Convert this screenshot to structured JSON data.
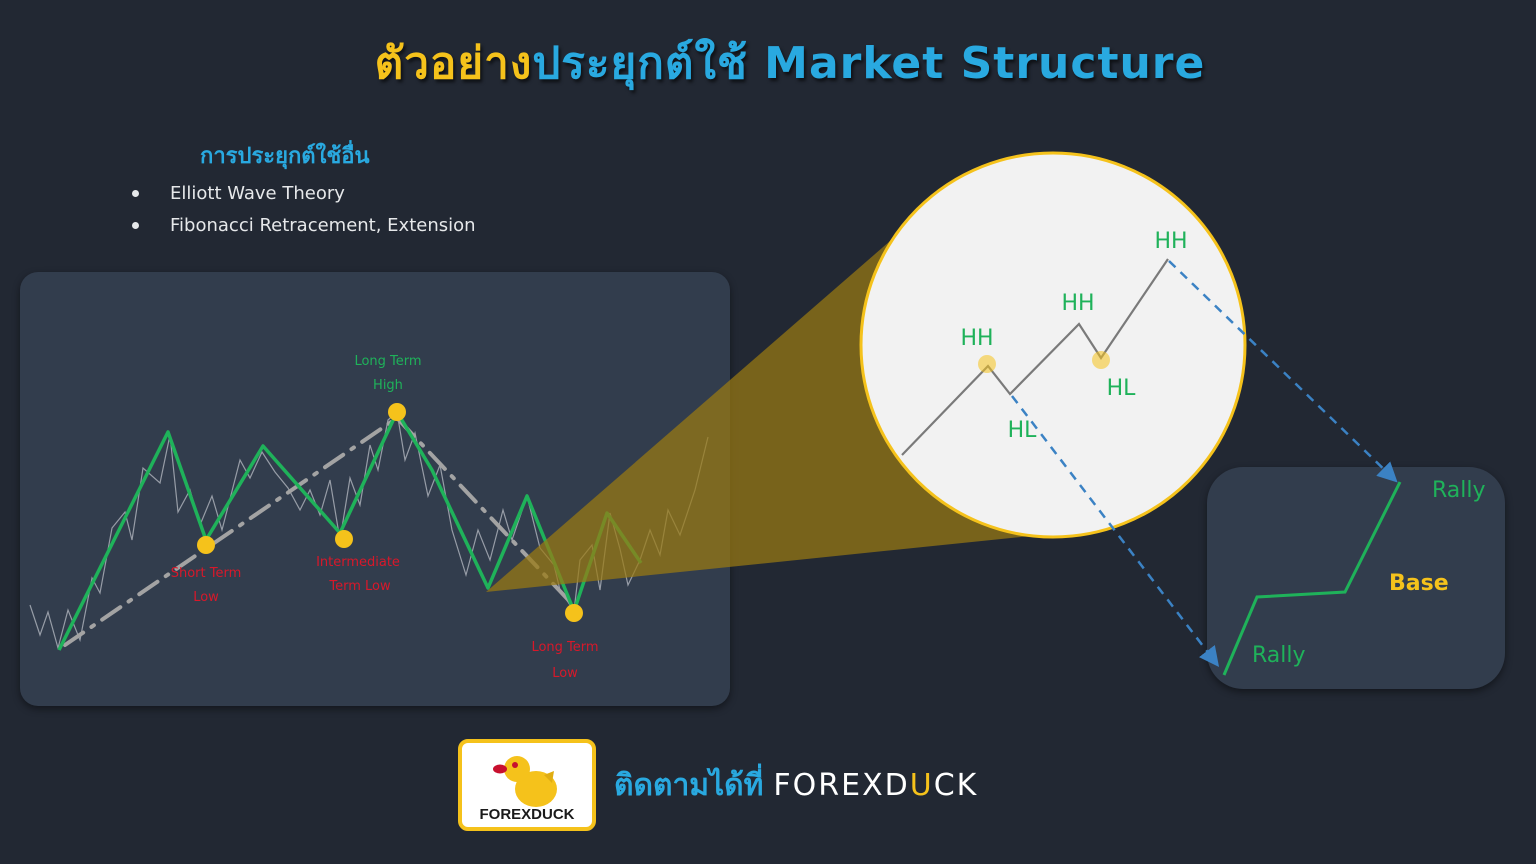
{
  "header": {
    "title_part1": "ตัวอย่าง",
    "title_part2": "ประยุกต์ใช้ Market Structure"
  },
  "applications": {
    "heading": "การประยุกต์ใช้อื่น",
    "items": [
      {
        "label": "Elliott Wave Theory"
      },
      {
        "label": "Fibonacci Retracement, Extension"
      }
    ]
  },
  "chart_panel": {
    "labels": {
      "long_term_high": [
        "Long Term",
        "High"
      ],
      "short_term_low": [
        "Short Term",
        "Low"
      ],
      "intermediate_low": [
        "Intermediate",
        "Term Low"
      ],
      "long_term_low": [
        "Long Term",
        "Low"
      ]
    },
    "colors": {
      "swing": "#1fb25a",
      "price": "#b9bec6",
      "trend": "#9a9a9a",
      "marker": "#f5c21b",
      "high_label": "#1fb25a",
      "low_label": "#d8182a"
    }
  },
  "zoom_circle": {
    "labels": [
      {
        "text": "HH"
      },
      {
        "text": "HL"
      },
      {
        "text": "HH"
      },
      {
        "text": "HL"
      },
      {
        "text": "HH"
      }
    ],
    "colors": {
      "fill": "#f2f2f2",
      "border": "#f5c21b",
      "line": "#7a7a7a",
      "label": "#1fb25a",
      "beam": "#8a6e1a"
    }
  },
  "rbr_panel": {
    "rally_top": "Rally",
    "base": "Base",
    "rally_bottom": "Rally",
    "colors": {
      "line": "#1fb25a",
      "base_label": "#f5c21b",
      "arrow": "#3b82c4"
    }
  },
  "footer": {
    "logo_text": "FOREXDUCK",
    "follow_text": "ติดตามได้ที่",
    "brand_pre": "FOREXD",
    "brand_hl": "U",
    "brand_post": "CK"
  },
  "chart_data": {
    "type": "line",
    "title": "ตัวอย่างประยุกต์ใช้ Market Structure",
    "series": [
      {
        "name": "Swing structure (green)",
        "points": [
          [
            59,
            650
          ],
          [
            168,
            432
          ],
          [
            206,
            540
          ],
          [
            263,
            446
          ],
          [
            340,
            533
          ],
          [
            397,
            412
          ],
          [
            432,
            470
          ],
          [
            488,
            588
          ],
          [
            527,
            496
          ],
          [
            574,
            611
          ],
          [
            607,
            513
          ],
          [
            641,
            563
          ]
        ]
      },
      {
        "name": "Trend line (dash-dot)",
        "points": [
          [
            59,
            650
          ],
          [
            397,
            412
          ],
          [
            574,
            611
          ]
        ]
      },
      {
        "name": "Zoom: HH/HL sequence",
        "points": [
          [
            902,
            455
          ],
          [
            988,
            366
          ],
          [
            1010,
            394
          ],
          [
            1079,
            324
          ],
          [
            1101,
            358
          ],
          [
            1168,
            259
          ]
        ],
        "labels": [
          "",
          "HH",
          "HL",
          "HH",
          "HL",
          "HH"
        ]
      },
      {
        "name": "Rally-Base-Rally",
        "labels": [
          "Rally",
          "Base",
          "Rally"
        ]
      }
    ],
    "annotations": [
      "Long Term High",
      "Short Term Low",
      "Intermediate Term Low",
      "Long Term Low",
      "HH",
      "HL",
      "Rally",
      "Base"
    ]
  }
}
